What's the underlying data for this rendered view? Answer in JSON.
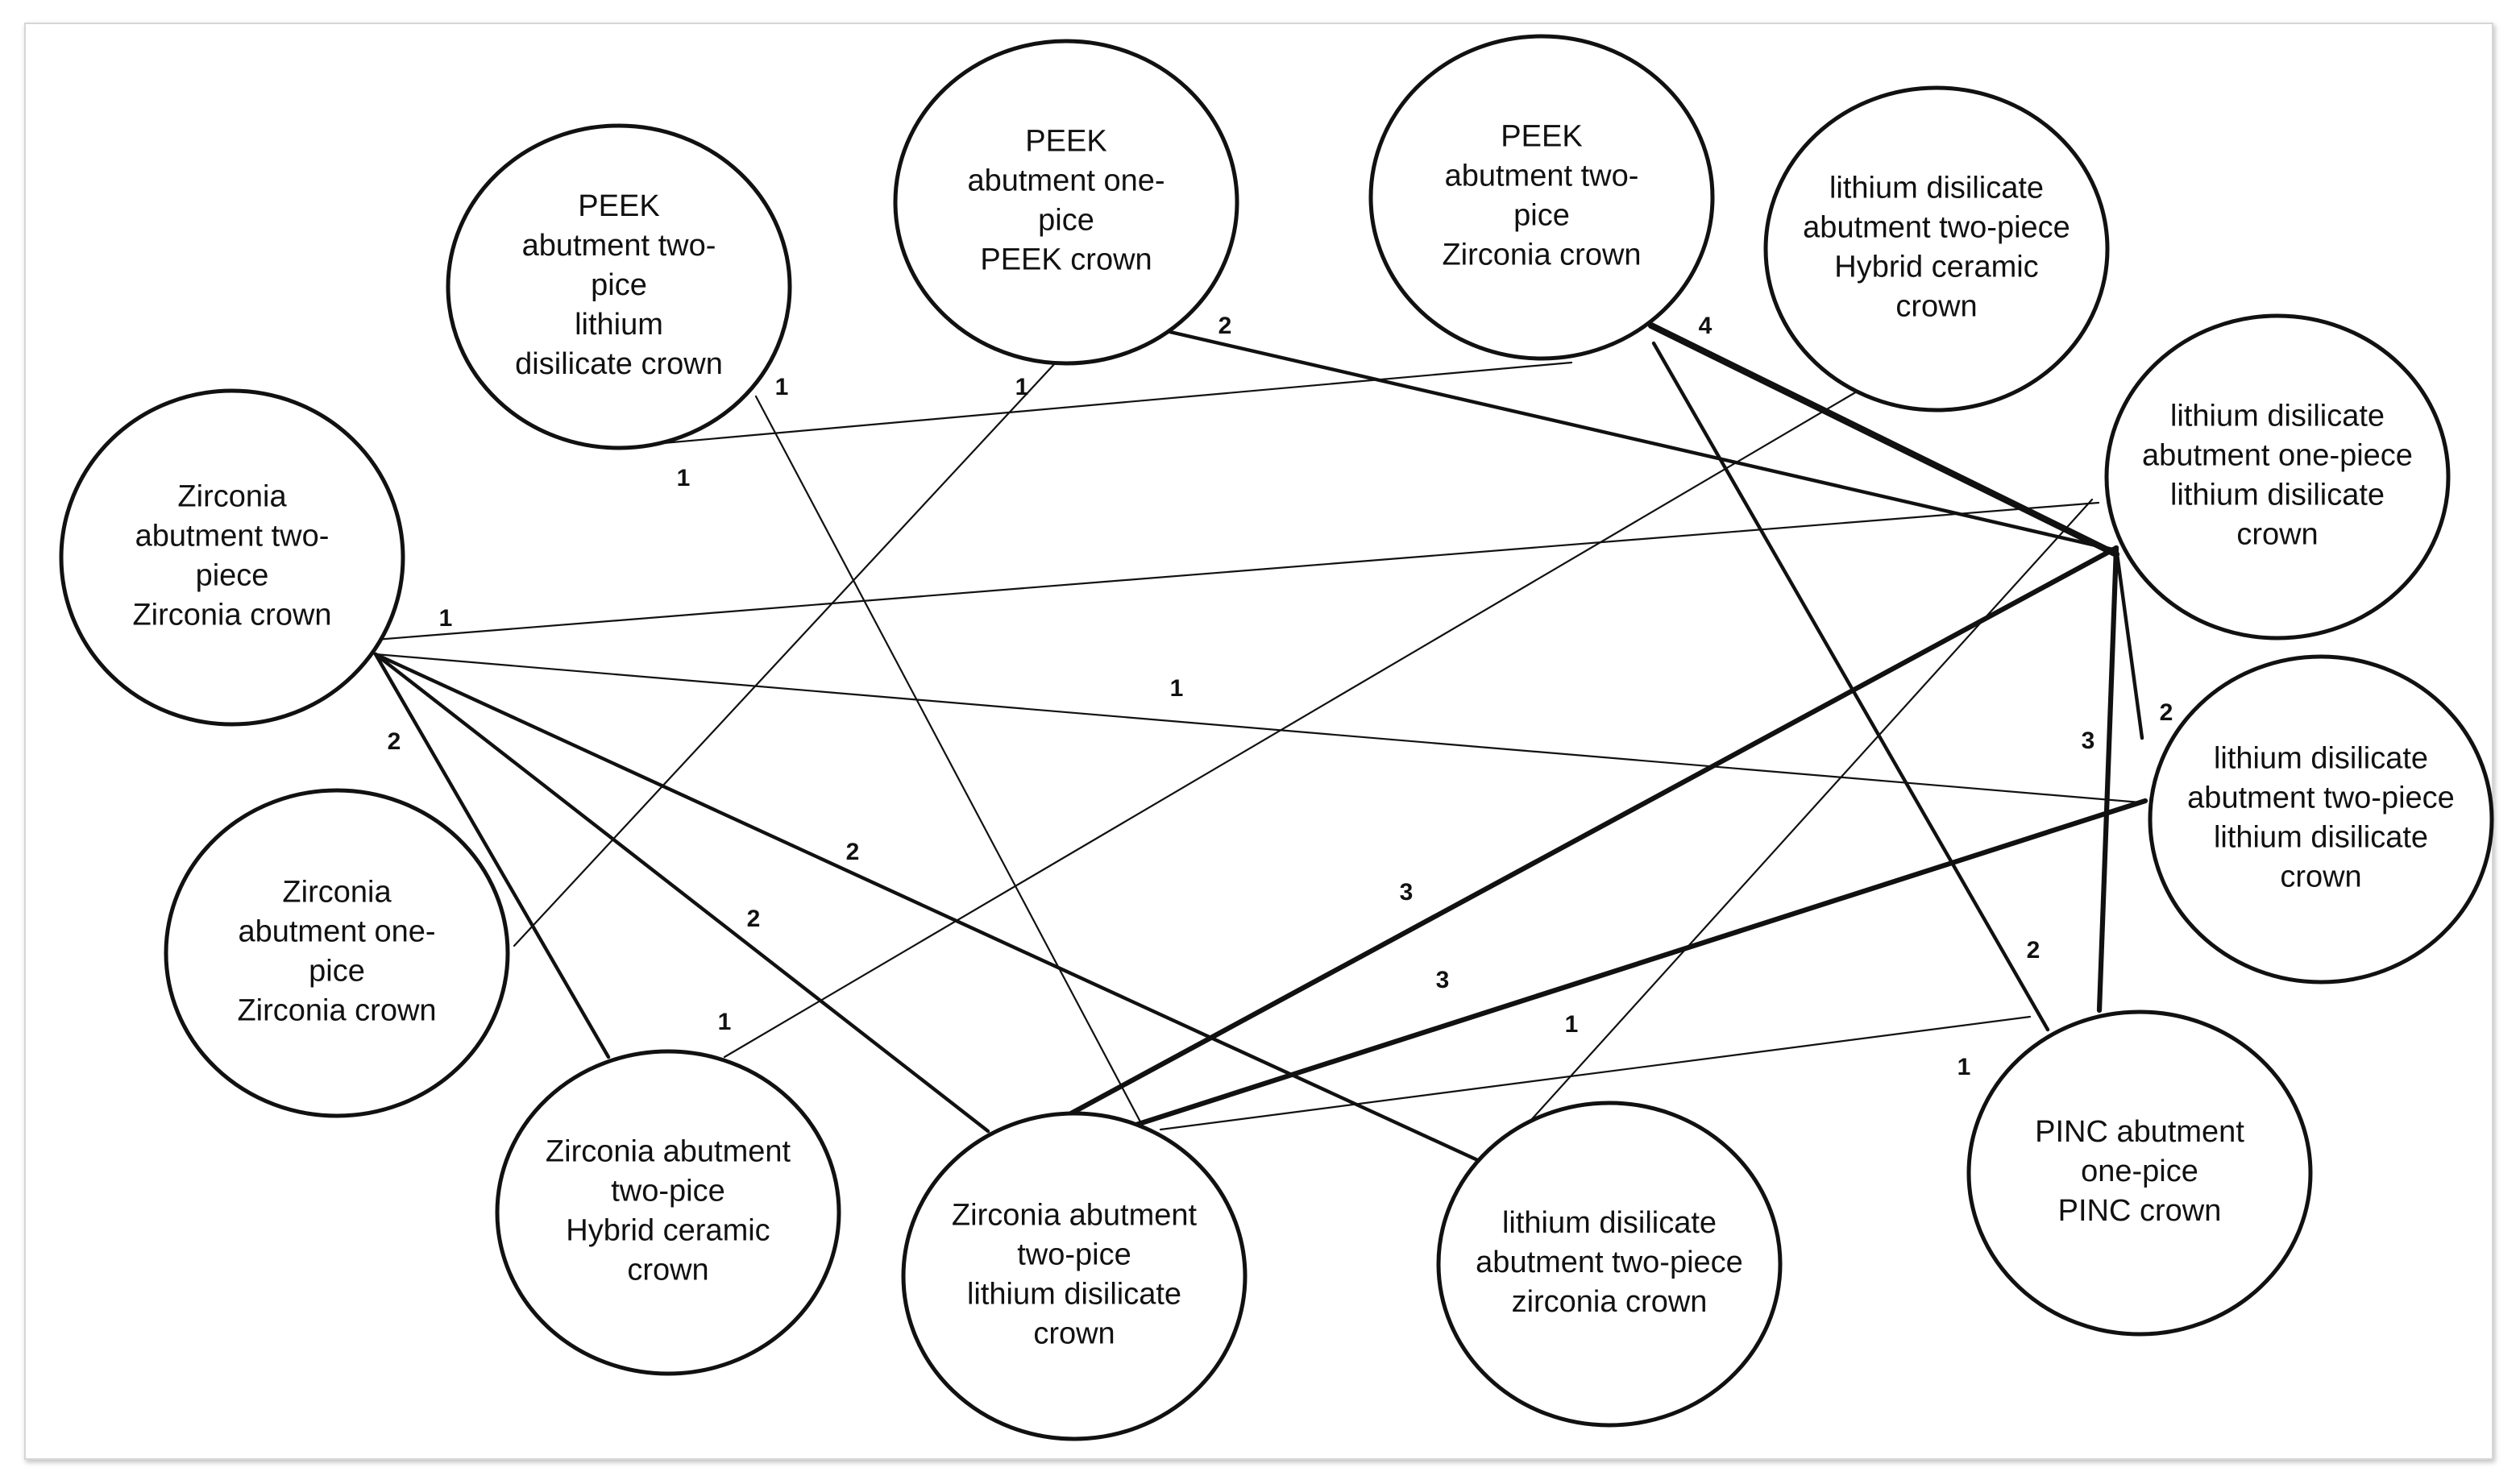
{
  "nodes": [
    {
      "id": "peek-two-lithium",
      "lines": [
        "PEEK",
        "abutment two-",
        "pice",
        "lithium",
        "disilicate crown"
      ]
    },
    {
      "id": "peek-one-peek",
      "lines": [
        "PEEK",
        "abutment one-",
        "pice",
        "PEEK crown"
      ]
    },
    {
      "id": "peek-two-zirconia",
      "lines": [
        "PEEK",
        "abutment two-",
        "pice",
        "Zirconia crown"
      ]
    },
    {
      "id": "lith-two-hybrid",
      "lines": [
        "lithium disilicate",
        "abutment two-piece",
        "Hybrid ceramic",
        "crown"
      ]
    },
    {
      "id": "lith-one-lith",
      "lines": [
        "lithium disilicate",
        "abutment one-piece",
        "lithium disilicate",
        "crown"
      ]
    },
    {
      "id": "zirc-two-zirc",
      "lines": [
        "Zirconia",
        "abutment two-",
        "piece",
        "Zirconia crown"
      ]
    },
    {
      "id": "lith-two-lith",
      "lines": [
        "lithium disilicate",
        "abutment two-piece",
        "lithium disilicate",
        "crown"
      ]
    },
    {
      "id": "zirc-one-zirc",
      "lines": [
        "Zirconia",
        "abutment one-",
        "pice",
        "Zirconia crown"
      ]
    },
    {
      "id": "zirc-two-hybrid",
      "lines": [
        "Zirconia abutment",
        "two-pice",
        "Hybrid ceramic",
        "crown"
      ]
    },
    {
      "id": "zirc-two-lith",
      "lines": [
        "Zirconia abutment",
        "two-pice",
        "lithium disilicate",
        "crown"
      ]
    },
    {
      "id": "lith-two-zirc",
      "lines": [
        "lithium disilicate",
        "abutment two-piece",
        "zirconia crown"
      ]
    },
    {
      "id": "pinc-one-pinc",
      "lines": [
        "PINC abutment",
        "one-pice",
        "PINC crown"
      ]
    }
  ],
  "edges": [
    {
      "from": "peek-two-lithium",
      "to": "peek-two-zirconia",
      "weight": 1,
      "label": "1"
    },
    {
      "from": "peek-two-lithium",
      "to": "zirc-two-lith",
      "weight": 1,
      "label": "1"
    },
    {
      "from": "peek-one-peek",
      "to": "zirc-one-zirc",
      "weight": 1,
      "label": "1"
    },
    {
      "from": "peek-one-peek",
      "to": "lith-one-lith",
      "weight": 2,
      "label": "2"
    },
    {
      "from": "peek-two-zirconia",
      "to": "lith-one-lith",
      "weight": 4,
      "label": "4"
    },
    {
      "from": "peek-two-zirconia",
      "to": "pinc-one-pinc",
      "weight": 2,
      "label": "2"
    },
    {
      "from": "lith-two-hybrid",
      "to": "zirc-two-hybrid",
      "weight": 1,
      "label": "1"
    },
    {
      "from": "zirc-two-zirc",
      "to": "lith-one-lith",
      "weight": 1,
      "label": "1"
    },
    {
      "from": "zirc-two-zirc",
      "to": "lith-two-lith",
      "weight": 1,
      "label": "1"
    },
    {
      "from": "zirc-two-zirc",
      "to": "zirc-two-hybrid",
      "weight": 2,
      "label": "2"
    },
    {
      "from": "zirc-two-zirc",
      "to": "zirc-two-lith",
      "weight": 2,
      "label": "2"
    },
    {
      "from": "zirc-two-zirc",
      "to": "lith-two-zirc",
      "weight": 2,
      "label": "2"
    },
    {
      "from": "lith-one-lith",
      "to": "zirc-two-lith",
      "weight": 3,
      "label": "3"
    },
    {
      "from": "lith-one-lith",
      "to": "lith-two-lith",
      "weight": 2,
      "label": "2"
    },
    {
      "from": "lith-one-lith",
      "to": "pinc-one-pinc",
      "weight": 3,
      "label": "3"
    },
    {
      "from": "lith-one-lith",
      "to": "lith-two-zirc",
      "weight": 1,
      "label": "1"
    },
    {
      "from": "lith-two-lith",
      "to": "zirc-two-lith",
      "weight": 3,
      "label": "3"
    },
    {
      "from": "zirc-two-lith",
      "to": "pinc-one-pinc",
      "weight": 1,
      "label": "1"
    }
  ]
}
